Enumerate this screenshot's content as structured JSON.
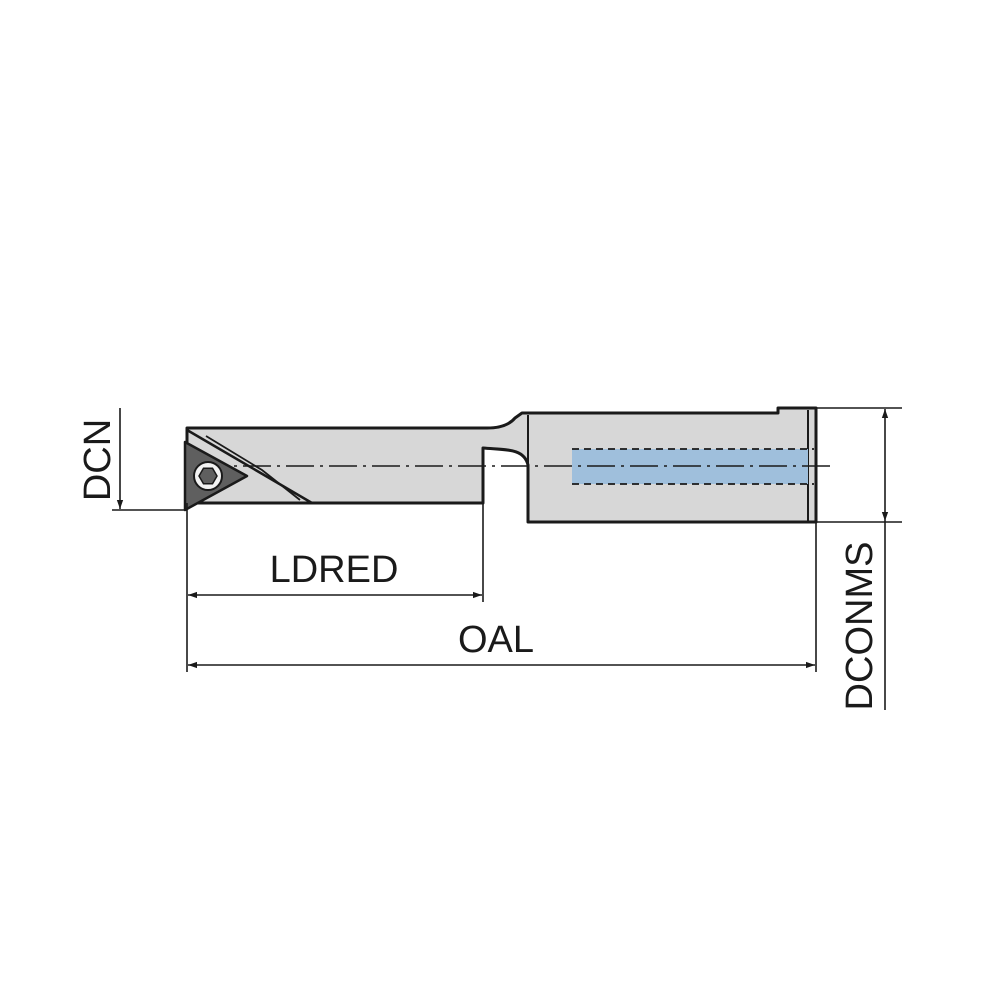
{
  "labels": {
    "dcn": "DCN",
    "ldred": "LDRED",
    "oal": "OAL",
    "dconms": "DCONMS"
  },
  "colors": {
    "body_fill": "#d7d7d7",
    "outline": "#1a1a1a",
    "coolant_channel": "#9fbfdc",
    "insert_fill": "#5f5f5f",
    "background": "#ffffff"
  }
}
